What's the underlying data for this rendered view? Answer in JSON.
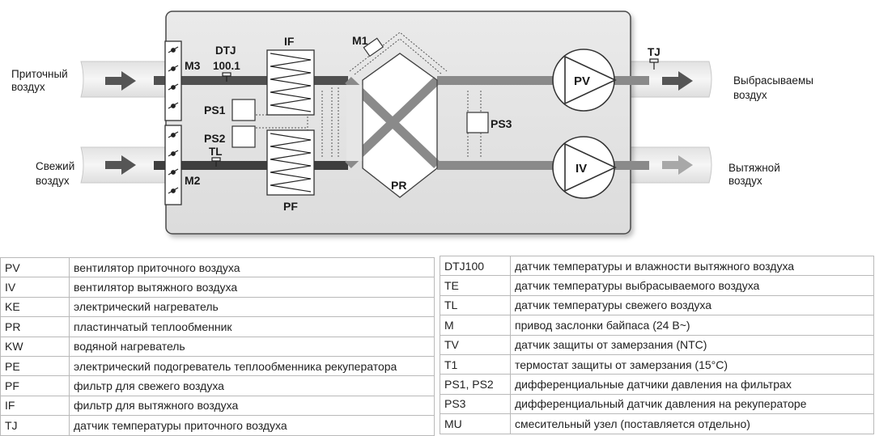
{
  "diagram": {
    "inlet_supply_label": [
      "Приточный",
      "воздух"
    ],
    "inlet_fresh_label": [
      "Свежий",
      "воздух"
    ],
    "outlet_exhaust_label": [
      "Выбрасываемы",
      "воздух"
    ],
    "outlet_extract_label": [
      "Вытяжной",
      "воздух"
    ],
    "damper_top": "M3",
    "damper_bottom": "M2",
    "sensor_dtj": [
      "DTJ",
      "100.1"
    ],
    "sensor_tl": "TL",
    "sensor_tj": "TJ",
    "sensor_ps1": "PS1",
    "sensor_ps2": "PS2",
    "sensor_ps3": "PS3",
    "filter_if": "IF",
    "filter_pf": "PF",
    "bypass_actuator": "M1",
    "recuperator": "PR",
    "fan_supply": "PV",
    "fan_extract": "IV",
    "colors": {
      "duct_dark": "#4a4a4a",
      "duct_mid": "#7a7a7a",
      "housing": "#e6e6e6",
      "arrow_dark": "#555555",
      "arrow_light": "#a8a8a8"
    }
  },
  "legend_left": [
    {
      "code": "PV",
      "desc": "вентилятор приточного воздуха"
    },
    {
      "code": "IV",
      "desc": "вентилятор вытяжного воздуха"
    },
    {
      "code": "KE",
      "desc": "электрический нагреватель"
    },
    {
      "code": "PR",
      "desc": "пластинчатый теплообменник"
    },
    {
      "code": "KW",
      "desc": "водяной нагреватель"
    },
    {
      "code": "PE",
      "desc": "электрический подогреватель теплообменника рекуператора"
    },
    {
      "code": "PF",
      "desc": "фильтр для свежего воздуха"
    },
    {
      "code": "IF",
      "desc": "фильтр для вытяжного воздуха"
    },
    {
      "code": "TJ",
      "desc": "датчик температуры приточного воздуха"
    }
  ],
  "legend_right": [
    {
      "code": "DTJ100",
      "desc": "датчик температуры и влажности вытяжного воздуха"
    },
    {
      "code": "TE",
      "desc": "датчик температуры выбрасываемого воздуха"
    },
    {
      "code": "TL",
      "desc": "датчик температуры свежего воздуха"
    },
    {
      "code": "M",
      "desc": "привод заслонки байпаса (24 В~)"
    },
    {
      "code": "TV",
      "desc": "датчик защиты от замерзания (NTC)"
    },
    {
      "code": "T1",
      "desc": "термостат защиты от замерзания (15°C)"
    },
    {
      "code": "PS1, PS2",
      "desc": "дифференциальные датчики давления на фильтрах"
    },
    {
      "code": "PS3",
      "desc": "дифференциальный датчик давления на рекуператоре"
    },
    {
      "code": "MU",
      "desc": "смесительный узел (поставляется отдельно)"
    }
  ]
}
